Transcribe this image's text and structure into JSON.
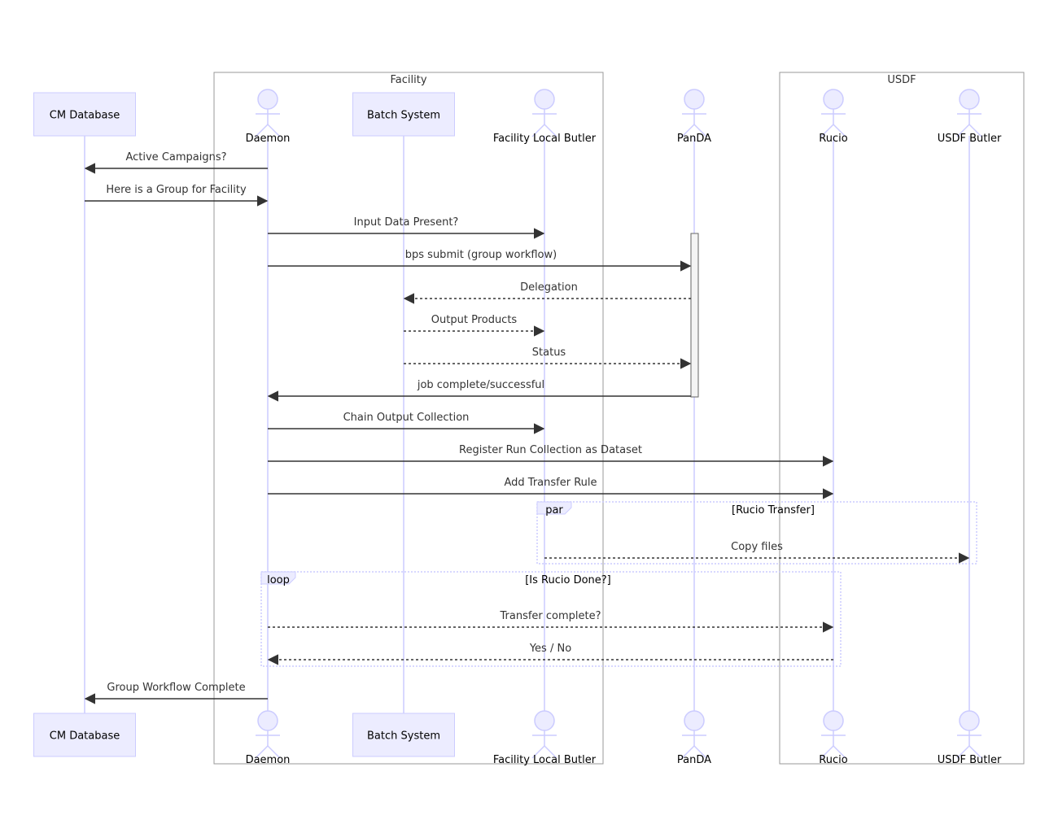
{
  "colors": {
    "actor_fill": "#ECECFF",
    "actor_stroke": "#CCCCFF",
    "lifeline": "#CCCCFF",
    "message": "#333333",
    "group_box_stroke": "#999999",
    "frame_stroke": "#CCCCFF",
    "activation_fill": "#F4F4F4",
    "activation_stroke": "#666666"
  },
  "groups": [
    {
      "id": "facility",
      "label": "Facility"
    },
    {
      "id": "usdf",
      "label": "USDF"
    }
  ],
  "participants": [
    {
      "id": "cmdb",
      "label": "CM Database",
      "kind": "box"
    },
    {
      "id": "daemon",
      "label": "Daemon",
      "kind": "actor"
    },
    {
      "id": "batch",
      "label": "Batch System",
      "kind": "box"
    },
    {
      "id": "flb",
      "label": "Facility Local Butler",
      "kind": "actor"
    },
    {
      "id": "panda",
      "label": "PanDA",
      "kind": "actor"
    },
    {
      "id": "rucio",
      "label": "Rucio",
      "kind": "actor"
    },
    {
      "id": "usdfb",
      "label": "USDF Butler",
      "kind": "actor"
    }
  ],
  "messages": [
    {
      "from": "daemon",
      "to": "cmdb",
      "label": "Active Campaigns?",
      "style": "solid"
    },
    {
      "from": "cmdb",
      "to": "daemon",
      "label": "Here is a Group for Facility",
      "style": "solid"
    },
    {
      "from": "daemon",
      "to": "flb",
      "label": "Input Data Present?",
      "style": "solid"
    },
    {
      "from": "daemon",
      "to": "panda",
      "label": "bps submit (group workflow)",
      "style": "solid"
    },
    {
      "from": "panda",
      "to": "batch",
      "label": "Delegation",
      "style": "dotted"
    },
    {
      "from": "batch",
      "to": "flb",
      "label": "Output Products",
      "style": "dotted"
    },
    {
      "from": "batch",
      "to": "panda",
      "label": "Status",
      "style": "dotted"
    },
    {
      "from": "panda",
      "to": "daemon",
      "label": "job complete/successful",
      "style": "solid"
    },
    {
      "from": "daemon",
      "to": "flb",
      "label": "Chain Output Collection",
      "style": "solid"
    },
    {
      "from": "daemon",
      "to": "rucio",
      "label": "Register Run Collection as Dataset",
      "style": "solid"
    },
    {
      "from": "daemon",
      "to": "rucio",
      "label": "Add Transfer Rule",
      "style": "solid"
    },
    {
      "from": "flb",
      "to": "usdfb",
      "label": "Copy files",
      "style": "dotted"
    },
    {
      "from": "daemon",
      "to": "rucio",
      "label": "Transfer complete?",
      "style": "dotted"
    },
    {
      "from": "rucio",
      "to": "daemon",
      "label": "Yes / No",
      "style": "dotted"
    },
    {
      "from": "daemon",
      "to": "cmdb",
      "label": "Group Workflow Complete",
      "style": "solid"
    }
  ],
  "frames": [
    {
      "keyword": "par",
      "condition": "[Rucio Transfer]"
    },
    {
      "keyword": "loop",
      "condition": "[Is Rucio Done?]"
    }
  ]
}
